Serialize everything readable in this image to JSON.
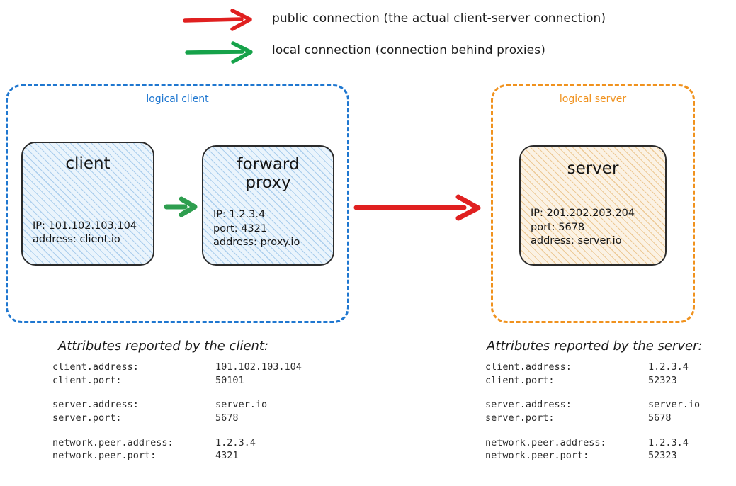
{
  "legend": {
    "items": [
      {
        "icon": "red-arrow-icon",
        "color": "#e02020",
        "label": "public connection (the actual client-server connection)"
      },
      {
        "icon": "green-arrow-icon",
        "color": "#16a24a",
        "label": "local connection (connection behind proxies)"
      }
    ]
  },
  "groups": {
    "client": {
      "label": "logical client",
      "color": "#1f77d0"
    },
    "server": {
      "label": "logical server",
      "color": "#f0921e"
    }
  },
  "nodes": {
    "client": {
      "title": "client",
      "props": [
        "IP: 101.102.103.104",
        "address: client.io"
      ]
    },
    "proxy": {
      "title": "forward\nproxy",
      "props": [
        "IP: 1.2.3.4",
        "port: 4321",
        "address: proxy.io"
      ]
    },
    "server": {
      "title": "server",
      "props": [
        "IP: 201.202.203.204",
        "port: 5678",
        "address: server.io"
      ]
    }
  },
  "connections": {
    "local": {
      "color": "#2e9e4f",
      "from": "client",
      "to": "proxy"
    },
    "public": {
      "color": "#e02020",
      "from": "proxy",
      "to": "server"
    }
  },
  "attributes": {
    "client_panel": {
      "heading": "Attributes reported by the client:",
      "groups": [
        [
          {
            "key": "client.address:",
            "value": "101.102.103.104"
          },
          {
            "key": "client.port:",
            "value": "50101"
          }
        ],
        [
          {
            "key": "server.address:",
            "value": "server.io"
          },
          {
            "key": "server.port:",
            "value": "5678"
          }
        ],
        [
          {
            "key": "network.peer.address:",
            "value": "1.2.3.4"
          },
          {
            "key": "network.peer.port:",
            "value": "4321"
          }
        ]
      ]
    },
    "server_panel": {
      "heading": "Attributes reported by the server:",
      "groups": [
        [
          {
            "key": "client.address:",
            "value": "1.2.3.4"
          },
          {
            "key": "client.port:",
            "value": "52323"
          }
        ],
        [
          {
            "key": "server.address:",
            "value": "server.io"
          },
          {
            "key": "server.port:",
            "value": "5678"
          }
        ],
        [
          {
            "key": "network.peer.address:",
            "value": "1.2.3.4"
          },
          {
            "key": "network.peer.port:",
            "value": "52323"
          }
        ]
      ]
    }
  }
}
